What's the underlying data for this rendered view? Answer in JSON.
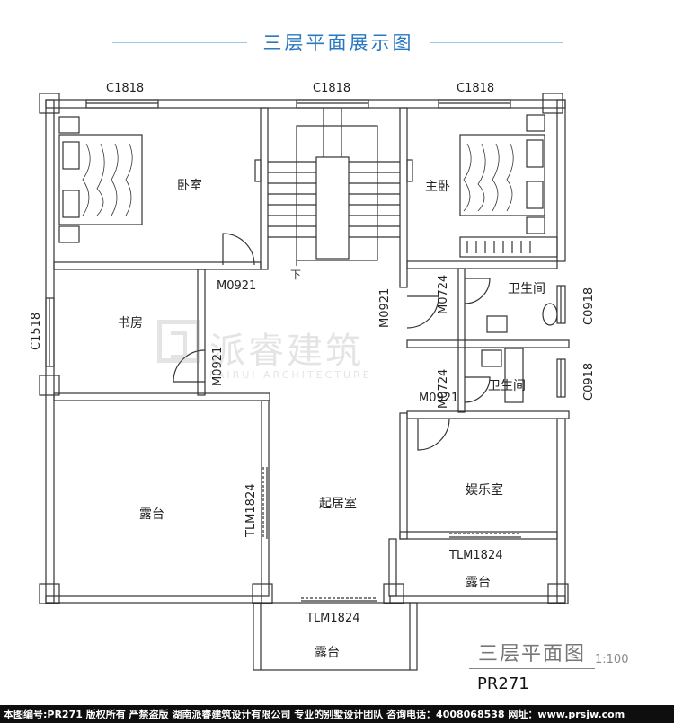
{
  "header": {
    "title": "三层平面展示图"
  },
  "rooms": {
    "bedroom": "卧室",
    "master_bedroom": "主卧",
    "study": "书房",
    "bathroom_1": "卫生间",
    "bathroom_2": "卫生间",
    "living_room": "起居室",
    "entertainment_room": "娱乐室",
    "terrace_left": "露台",
    "terrace_right": "露台",
    "terrace_bottom": "露台"
  },
  "stairs": {
    "down_label": "下"
  },
  "windows": {
    "top_left": "C1818",
    "top_mid": "C1818",
    "top_right": "C1818",
    "left_side": "C1518",
    "right_upper": "C0918",
    "right_lower": "C0918"
  },
  "doors": {
    "bedroom_door": "M0921",
    "study_door": "M0921",
    "master_door": "M0921",
    "bath1_door": "M0724",
    "bath2_door": "M0724",
    "entertain_door": "M0921",
    "sliding_left": "TLM1824",
    "sliding_bottom": "TLM1824",
    "sliding_right": "TLM1824"
  },
  "watermark": {
    "chinese": "派睿建筑",
    "english": "PAIRUI ARCHITECTURE"
  },
  "footer": {
    "title": "三层平面图",
    "scale": "1:100",
    "project_code": "PR271",
    "bar_text": "本图编号:PR271 版权所有 严禁盗版 湖南派睿建筑设计有限公司 专业的别墅设计团队 咨询电话：4008068538 网址：www.prsjw.com"
  }
}
